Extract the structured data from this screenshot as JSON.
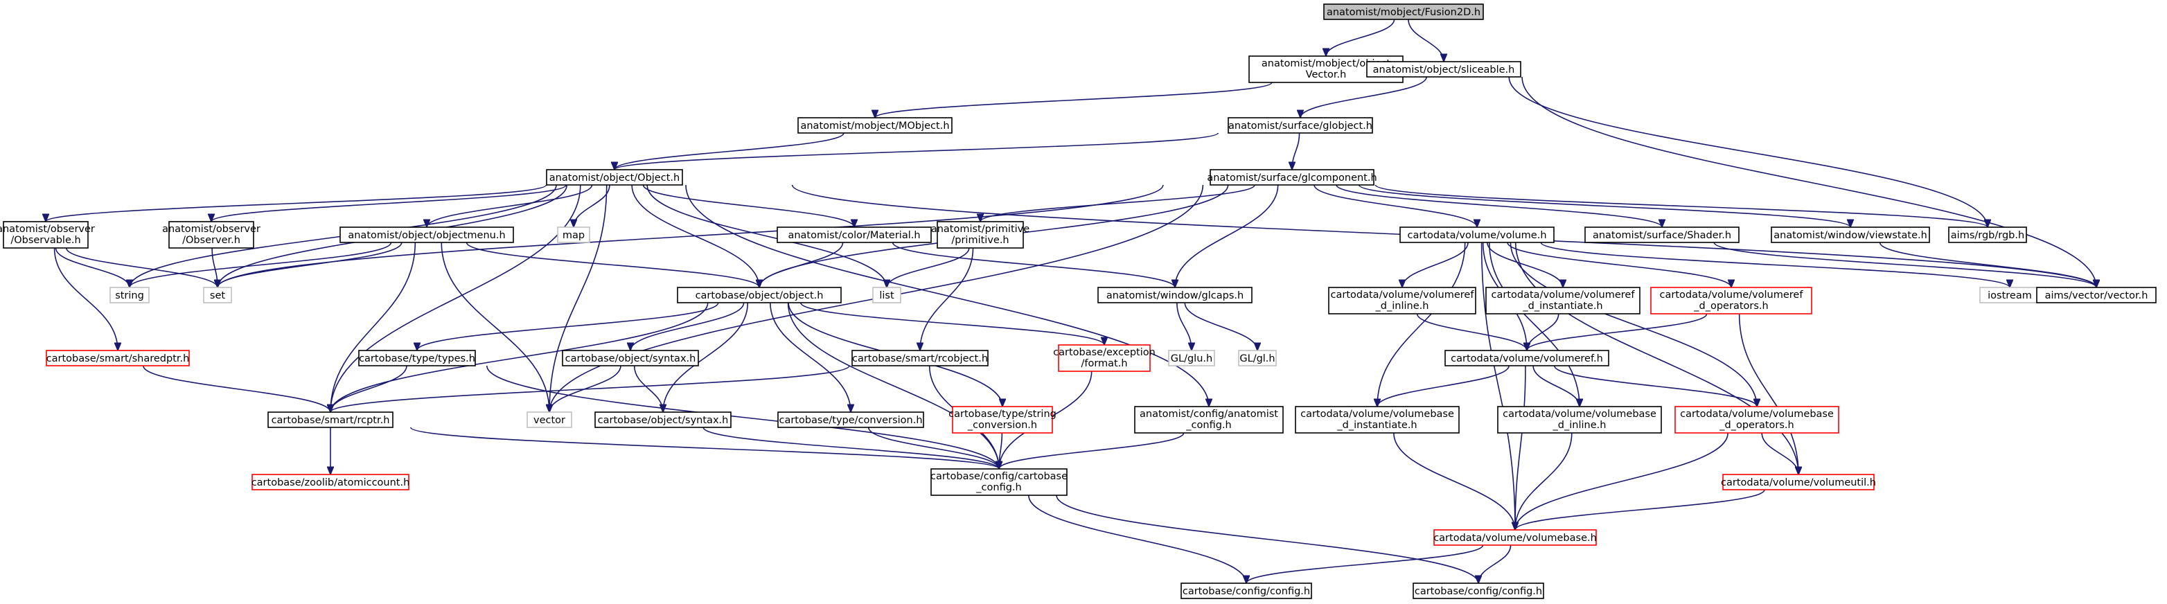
{
  "graph": {
    "colors": {
      "edge": "#191970",
      "root_fill": "#bfbfbf",
      "default_border": "#000000",
      "red_border": "#ff0000",
      "system_border": "#bfbfbf",
      "system_text": "#000000"
    },
    "nodes": [
      {
        "id": "fusion2d",
        "lines": [
          "anatomist/mobject/Fusion2D.h"
        ],
        "style": "root"
      },
      {
        "id": "objectvector",
        "lines": [
          "anatomist/mobject/object",
          "Vector.h"
        ],
        "style": "default"
      },
      {
        "id": "sliceable",
        "lines": [
          "anatomist/object/sliceable.h"
        ],
        "style": "default"
      },
      {
        "id": "mobject",
        "lines": [
          "anatomist/mobject/MObject.h"
        ],
        "style": "default"
      },
      {
        "id": "globject",
        "lines": [
          "anatomist/surface/globject.h"
        ],
        "style": "default"
      },
      {
        "id": "object",
        "lines": [
          "anatomist/object/Object.h"
        ],
        "style": "default"
      },
      {
        "id": "glcomponent",
        "lines": [
          "anatomist/surface/glcomponent.h"
        ],
        "style": "default"
      },
      {
        "id": "observable",
        "lines": [
          "anatomist/observer",
          "/Observable.h"
        ],
        "style": "default"
      },
      {
        "id": "observer",
        "lines": [
          "anatomist/observer",
          "/Observer.h"
        ],
        "style": "default"
      },
      {
        "id": "objectmenu",
        "lines": [
          "anatomist/object/objectmenu.h"
        ],
        "style": "default"
      },
      {
        "id": "map",
        "lines": [
          "map"
        ],
        "style": "system"
      },
      {
        "id": "material",
        "lines": [
          "anatomist/color/Material.h"
        ],
        "style": "default"
      },
      {
        "id": "primitive",
        "lines": [
          "anatomist/primitive",
          "/primitive.h"
        ],
        "style": "default"
      },
      {
        "id": "volume",
        "lines": [
          "cartodata/volume/volume.h"
        ],
        "style": "default"
      },
      {
        "id": "shader",
        "lines": [
          "anatomist/surface/Shader.h"
        ],
        "style": "default"
      },
      {
        "id": "viewstate",
        "lines": [
          "anatomist/window/viewstate.h"
        ],
        "style": "default"
      },
      {
        "id": "rgb",
        "lines": [
          "aims/rgb/rgb.h"
        ],
        "style": "default"
      },
      {
        "id": "string",
        "lines": [
          "string"
        ],
        "style": "system"
      },
      {
        "id": "set",
        "lines": [
          "set"
        ],
        "style": "system"
      },
      {
        "id": "list",
        "lines": [
          "list"
        ],
        "style": "system"
      },
      {
        "id": "cboobject",
        "lines": [
          "cartobase/object/object.h"
        ],
        "style": "default"
      },
      {
        "id": "glcaps",
        "lines": [
          "anatomist/window/glcaps.h"
        ],
        "style": "default"
      },
      {
        "id": "iostream",
        "lines": [
          "iostream"
        ],
        "style": "system"
      },
      {
        "id": "vectorh",
        "lines": [
          "aims/vector/vector.h"
        ],
        "style": "default"
      },
      {
        "id": "volumeref_inline",
        "lines": [
          "cartodata/volume/volumeref",
          "_d_inline.h"
        ],
        "style": "default"
      },
      {
        "id": "volumeref_inst",
        "lines": [
          "cartodata/volume/volumeref",
          "_d_instantiate.h"
        ],
        "style": "default"
      },
      {
        "id": "volumeref_ops",
        "lines": [
          "cartodata/volume/volumeref",
          "_d_operators.h"
        ],
        "style": "red"
      },
      {
        "id": "sharedptr",
        "lines": [
          "cartobase/smart/sharedptr.h"
        ],
        "style": "red"
      },
      {
        "id": "types",
        "lines": [
          "cartobase/type/types.h"
        ],
        "style": "default"
      },
      {
        "id": "syntax1",
        "lines": [
          "cartobase/object/syntax.h"
        ],
        "style": "default"
      },
      {
        "id": "rcobject",
        "lines": [
          "cartobase/smart/rcobject.h"
        ],
        "style": "default"
      },
      {
        "id": "excformat",
        "lines": [
          "cartobase/exception",
          "/format.h"
        ],
        "style": "red"
      },
      {
        "id": "glu",
        "lines": [
          "GL/glu.h"
        ],
        "style": "system"
      },
      {
        "id": "gl",
        "lines": [
          "GL/gl.h"
        ],
        "style": "system"
      },
      {
        "id": "volumeref",
        "lines": [
          "cartodata/volume/volumeref.h"
        ],
        "style": "default"
      },
      {
        "id": "rcptr",
        "lines": [
          "cartobase/smart/rcptr.h"
        ],
        "style": "default"
      },
      {
        "id": "vector",
        "lines": [
          "vector"
        ],
        "style": "system"
      },
      {
        "id": "syntax2",
        "lines": [
          "cartobase/object/syntax.h"
        ],
        "style": "default"
      },
      {
        "id": "conversion",
        "lines": [
          "cartobase/type/conversion.h"
        ],
        "style": "default"
      },
      {
        "id": "stringconv",
        "lines": [
          "cartobase/type/string",
          "_conversion.h"
        ],
        "style": "red"
      },
      {
        "id": "anaconfig",
        "lines": [
          "anatomist/config/anatomist",
          "_config.h"
        ],
        "style": "default"
      },
      {
        "id": "volumebase_inst",
        "lines": [
          "cartodata/volume/volumebase",
          "_d_instantiate.h"
        ],
        "style": "default"
      },
      {
        "id": "volumebase_inline",
        "lines": [
          "cartodata/volume/volumebase",
          "_d_inline.h"
        ],
        "style": "default"
      },
      {
        "id": "volumebase_ops",
        "lines": [
          "cartodata/volume/volumebase",
          "_d_operators.h"
        ],
        "style": "red"
      },
      {
        "id": "atomiccount",
        "lines": [
          "cartobase/zoolib/atomiccount.h"
        ],
        "style": "red"
      },
      {
        "id": "cartoconfig",
        "lines": [
          "cartobase/config/cartobase",
          "_config.h"
        ],
        "style": "default"
      },
      {
        "id": "volumeutil",
        "lines": [
          "cartodata/volume/volumeutil.h"
        ],
        "style": "red"
      },
      {
        "id": "volumebase",
        "lines": [
          "cartodata/volume/volumebase.h"
        ],
        "style": "red"
      },
      {
        "id": "config1",
        "lines": [
          "cartobase/config/config.h"
        ],
        "style": "default"
      },
      {
        "id": "config2",
        "lines": [
          "cartobase/config/config.h"
        ],
        "style": "default"
      }
    ],
    "edges": [
      [
        "fusion2d",
        "objectvector"
      ],
      [
        "fusion2d",
        "sliceable"
      ],
      [
        "objectvector",
        "mobject"
      ],
      [
        "mobject",
        "object"
      ],
      [
        "sliceable",
        "globject"
      ],
      [
        "sliceable",
        "rgb"
      ],
      [
        "sliceable",
        "vectorh"
      ],
      [
        "globject",
        "object"
      ],
      [
        "globject",
        "glcomponent"
      ],
      [
        "object",
        "observable"
      ],
      [
        "object",
        "observer"
      ],
      [
        "object",
        "objectmenu"
      ],
      [
        "object",
        "map"
      ],
      [
        "object",
        "material"
      ],
      [
        "object",
        "string"
      ],
      [
        "object",
        "set"
      ],
      [
        "object",
        "list"
      ],
      [
        "object",
        "cboobject"
      ],
      [
        "object",
        "rcptr"
      ],
      [
        "object",
        "vector"
      ],
      [
        "object",
        "anaconfig"
      ],
      [
        "object",
        "vectorh"
      ],
      [
        "glcomponent",
        "set"
      ],
      [
        "glcomponent",
        "vector"
      ],
      [
        "glcomponent",
        "primitive"
      ],
      [
        "glcomponent",
        "cboobject"
      ],
      [
        "glcomponent",
        "glcaps"
      ],
      [
        "glcomponent",
        "volume"
      ],
      [
        "glcomponent",
        "shader"
      ],
      [
        "glcomponent",
        "viewstate"
      ],
      [
        "glcomponent",
        "rgb"
      ],
      [
        "observable",
        "string"
      ],
      [
        "observable",
        "set"
      ],
      [
        "observable",
        "sharedptr"
      ],
      [
        "observer",
        "set"
      ],
      [
        "objectmenu",
        "string"
      ],
      [
        "objectmenu",
        "set"
      ],
      [
        "objectmenu",
        "cboobject"
      ],
      [
        "objectmenu",
        "rcptr"
      ],
      [
        "objectmenu",
        "vector"
      ],
      [
        "material",
        "cboobject"
      ],
      [
        "material",
        "glcaps"
      ],
      [
        "primitive",
        "list"
      ],
      [
        "primitive",
        "rcobject"
      ],
      [
        "shader",
        "vectorh"
      ],
      [
        "viewstate",
        "vectorh"
      ],
      [
        "volume",
        "iostream"
      ],
      [
        "volume",
        "volumeref_inline"
      ],
      [
        "volume",
        "volumeref_inst"
      ],
      [
        "volume",
        "volumeref_ops"
      ],
      [
        "volume",
        "volumeref"
      ],
      [
        "volume",
        "volumebase_inst"
      ],
      [
        "volume",
        "volumebase_inline"
      ],
      [
        "volume",
        "volumebase_ops"
      ],
      [
        "volume",
        "volumeutil"
      ],
      [
        "volume",
        "volumebase"
      ],
      [
        "volumeref_inline",
        "volumeref"
      ],
      [
        "volumeref_inst",
        "volumeref"
      ],
      [
        "volumeref_ops",
        "volumeref"
      ],
      [
        "volumeref_ops",
        "volumeutil"
      ],
      [
        "volumeref",
        "volumebase_inst"
      ],
      [
        "volumeref",
        "volumebase_inline"
      ],
      [
        "volumeref",
        "volumebase_ops"
      ],
      [
        "volumeref",
        "volumebase"
      ],
      [
        "volumebase_inst",
        "volumebase"
      ],
      [
        "volumebase_inline",
        "volumebase"
      ],
      [
        "volumebase_ops",
        "volumeutil"
      ],
      [
        "volumebase_ops",
        "volumebase"
      ],
      [
        "volumeutil",
        "volumebase"
      ],
      [
        "volumebase",
        "config1"
      ],
      [
        "volumebase",
        "config2"
      ],
      [
        "cboobject",
        "types"
      ],
      [
        "cboobject",
        "syntax1"
      ],
      [
        "cboobject",
        "syntax2"
      ],
      [
        "cboobject",
        "rcptr"
      ],
      [
        "cboobject",
        "conversion"
      ],
      [
        "cboobject",
        "stringconv"
      ],
      [
        "cboobject",
        "excformat"
      ],
      [
        "cboobject",
        "cartoconfig"
      ],
      [
        "sharedptr",
        "rcptr"
      ],
      [
        "types",
        "rcptr"
      ],
      [
        "types",
        "cartoconfig"
      ],
      [
        "syntax1",
        "vector"
      ],
      [
        "syntax1",
        "syntax2"
      ],
      [
        "syntax2",
        "cartoconfig"
      ],
      [
        "rcobject",
        "rcptr"
      ],
      [
        "rcobject",
        "cartoconfig"
      ],
      [
        "excformat",
        "cartoconfig"
      ],
      [
        "glcaps",
        "glu"
      ],
      [
        "glcaps",
        "gl"
      ],
      [
        "rcptr",
        "atomiccount"
      ],
      [
        "rcptr",
        "cartoconfig"
      ],
      [
        "conversion",
        "cartoconfig"
      ],
      [
        "stringconv",
        "cartoconfig"
      ],
      [
        "anaconfig",
        "cartoconfig"
      ],
      [
        "cartoconfig",
        "config1"
      ],
      [
        "cartoconfig",
        "config2"
      ]
    ]
  }
}
